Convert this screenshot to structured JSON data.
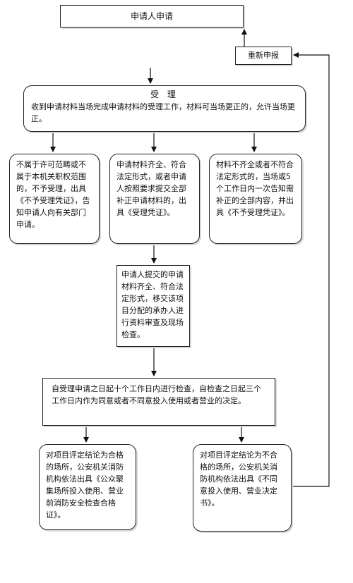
{
  "flow": {
    "start": "申请人申请",
    "resubmit": "重新申报",
    "accept_title": "受 理",
    "accept_body": "收到申请材料当场完成申请材料的受理工作，材料可当场更正的，允许当场更正。",
    "reject_scope": "不属于许可范畴或不属于本机关职权范围的，不予受理，出具《不予受理凭证》，告知申请人向有关部门申请。",
    "accept_ok": "申请材料齐全、符合法定形式，或者申请人按照要求提交全部补正申请材料的，出具《受理凭证》。",
    "incomplete": "材料不齐全或者不符合法定形式的，当场或5个工作日内一次告知需补正的全部内容，并出具《不予受理凭证》。",
    "review": "申请人提交的申请材料齐全、符合法定形式，移交该项目分配的承办人进行资料审查及现场检查。",
    "decision": "自受理申请之日起十个工作日内进行检查，自检查之日起三个工作日内作为同意或者不同意投入使用或者营业的决定。",
    "pass": "对项目评定结论为合格的场所，公安机关消防机构依法出具《公众聚集场所投入使用、营业前消防安全检查合格证》。",
    "fail": "对项目评定结论为不合格的场所，公安机关消防机构依法出具《不同意投入使用、营业决定书》。"
  }
}
